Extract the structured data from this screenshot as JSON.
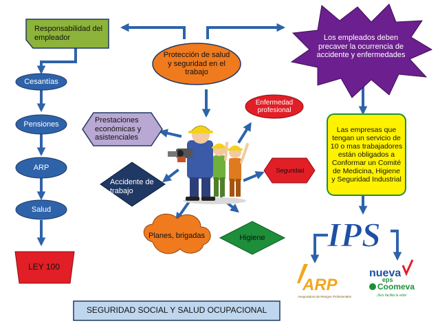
{
  "nodes": {
    "responsabilidad": "Responsabilidad del empleador",
    "proteccion": "Protección de salud y seguridad en el trabajo",
    "empleados": "Los empleados deben precaver la ocurrencia de accidente y enfermedades",
    "cesantias": "Cesantías",
    "pensiones": "Pensiones",
    "arp": "ARP",
    "salud": "Salud",
    "ley": "LEY 100",
    "prestaciones": "Prestaciones económicas y asistenciales",
    "accidente": "Accidente de trabajo",
    "enfermedad": "Enfermedad profesional",
    "seguridad": "Seguridad",
    "higiene": "Higiene",
    "planes": "Planes, brigadas",
    "empresas": "Las empresas que tengan un servicio de 10 o mas trabajadores están obligados a Conformar un Comité de Medicina, Higiene y Seguridad Industrial",
    "footer": "SEGURIDAD SOCIAL Y SALUD OCUPACIONAL"
  },
  "logos": {
    "ips": "IPS",
    "arp": "ARP",
    "arp_sub": "Aseguradora de Riesgos Profesionales",
    "nueva": "nueva",
    "eps": "eps",
    "coomeva": "Coomeva",
    "coomeva_tag": "¡Nos facilita la vida!"
  },
  "colors": {
    "olive": "#8DB33A",
    "orange": "#F07A1E",
    "purple": "#6C1F8E",
    "blue": "#2E63AA",
    "red": "#E21E26",
    "lavender": "#B9A8D3",
    "navy": "#1F3864",
    "green": "#1D8F3A",
    "yellow": "#FFF200",
    "footer_bg": "#BFD7EE"
  }
}
